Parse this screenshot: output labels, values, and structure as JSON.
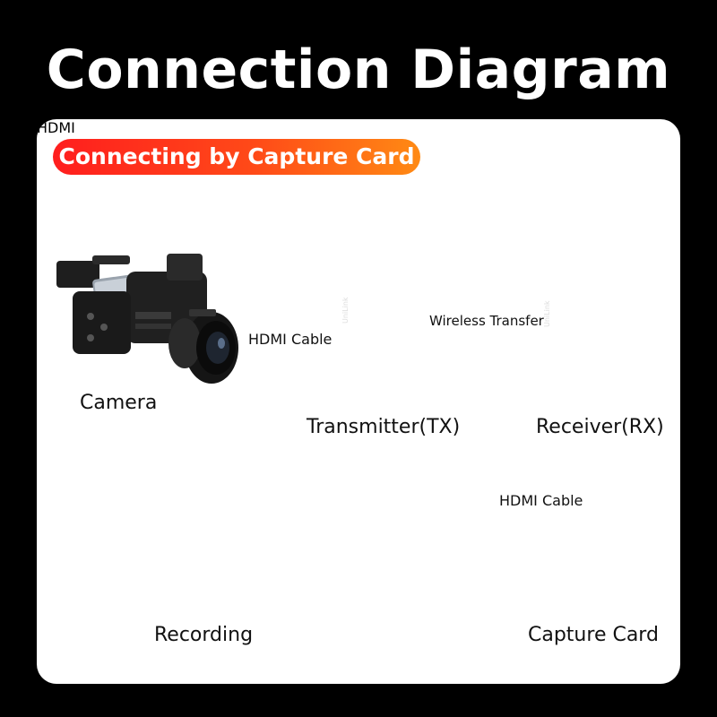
{
  "title": "Connection Diagram",
  "badge": "Connecting by Capture Card",
  "labels": {
    "camera": "Camera",
    "transmitter": "Transmitter(TX)",
    "receiver": "Receiver(RX)",
    "recording": "Recording",
    "capture_card": "Capture Card",
    "hdmi_cable_top": "HDMI Cable",
    "hdmi_cable_side": "HDMI Cable",
    "wireless": "Wireless Transfer"
  },
  "device": {
    "logo": "UniLink",
    "card_text": "HDMI"
  },
  "colors": {
    "background": "#000000",
    "panel": "#ffffff",
    "badge_start": "#ff1e1e",
    "badge_end": "#ff8a14",
    "signal": "#1565ff"
  }
}
